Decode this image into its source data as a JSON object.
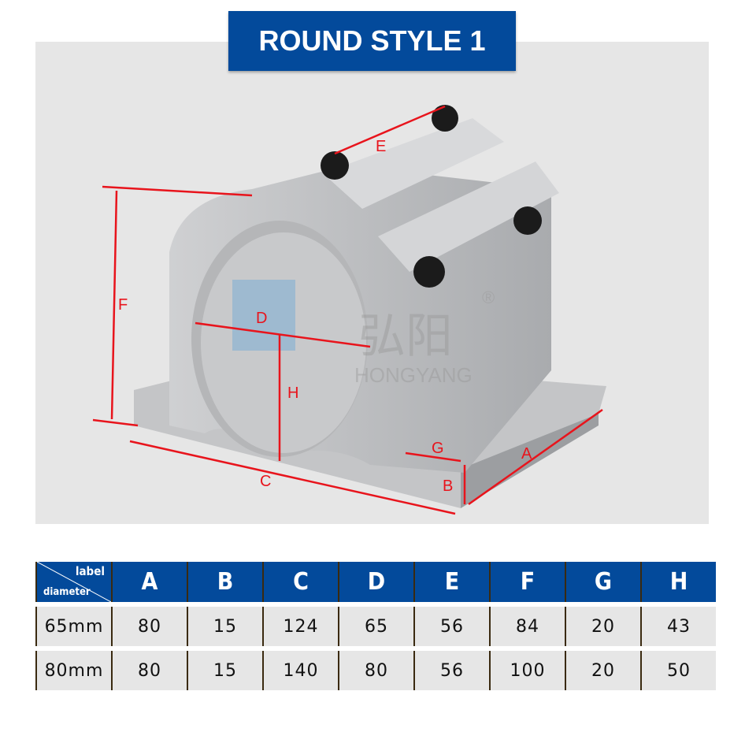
{
  "title": "ROUND STYLE 1",
  "watermark": {
    "cn": "弘阳",
    "en": "HONGYANG",
    "mark": "®"
  },
  "dimension_labels": [
    "A",
    "B",
    "C",
    "D",
    "E",
    "F",
    "G",
    "H"
  ],
  "table": {
    "corner_top": "label",
    "corner_bottom": "diameter",
    "headers": [
      "A",
      "B",
      "C",
      "D",
      "E",
      "F",
      "G",
      "H"
    ],
    "rows": [
      {
        "diameter": "65mm",
        "values": [
          "80",
          "15",
          "124",
          "65",
          "56",
          "84",
          "20",
          "43"
        ]
      },
      {
        "diameter": "80mm",
        "values": [
          "80",
          "15",
          "140",
          "80",
          "56",
          "100",
          "20",
          "50"
        ]
      }
    ]
  },
  "colors": {
    "brand": "#034a9b",
    "dimension": "#e8141c"
  }
}
